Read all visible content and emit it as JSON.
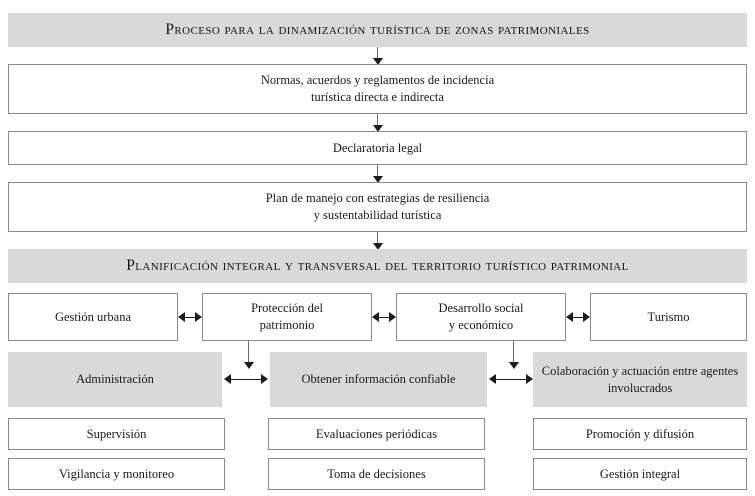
{
  "diagram": {
    "title_band_1": "Proceso para la dinamización turística de zonas patrimoniales",
    "title_band_2": "Planificación integral y transversal del territorio turístico patrimonial",
    "stack": [
      "Normas, acuerdos y reglamentos de incidencia\nturística directa e indirecta",
      "Declaratoria legal",
      "Plan de manejo con estrategias de resiliencia\ny sustentabilidad turística"
    ],
    "pillars": [
      "Gestión urbana",
      "Protección del\npatrimonio",
      "Desarrollo social\ny económico",
      "Turismo"
    ],
    "actions": [
      "Administración",
      "Obtener información confiable",
      "Colaboración y actuación entre agentes\ninvolucrados"
    ],
    "tasks_row_1": [
      "Supervisión",
      "Evaluaciones periódicas",
      "Promoción y difusión"
    ],
    "tasks_row_2": [
      "Vigilancia y monitoreo",
      "Toma de decisiones",
      "Gestión integral"
    ],
    "colors": {
      "band_fill": "#d9d9d9",
      "box_fill": "#ffffff",
      "box_border": "#8a8a8a",
      "arrow": "#1b1b1b",
      "text": "#1a1a1a"
    }
  }
}
